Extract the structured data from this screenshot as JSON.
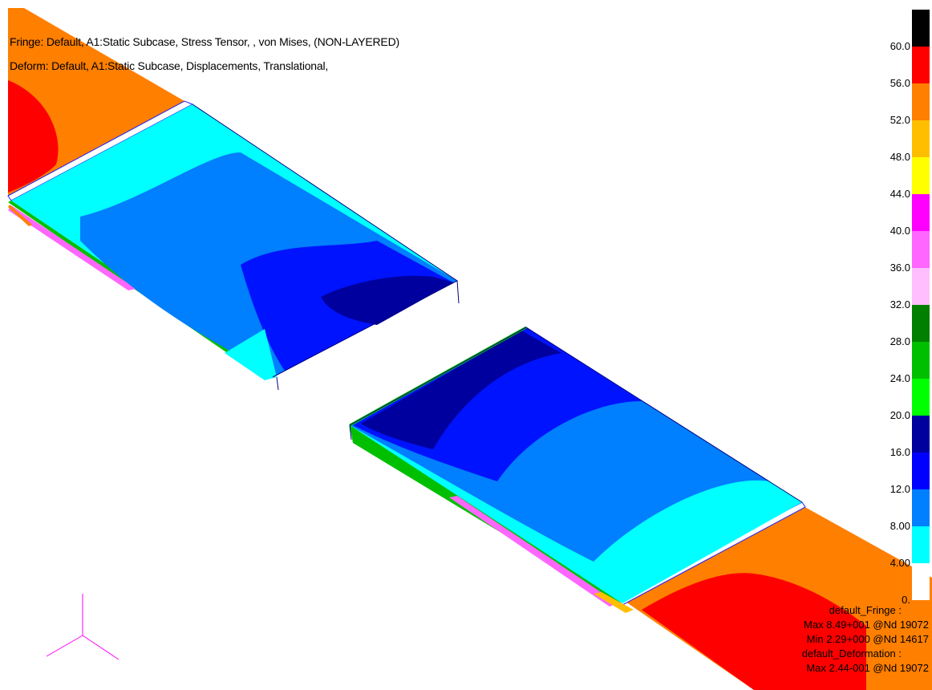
{
  "titles": {
    "fringe": "Fringe: Default, A1:Static Subcase, Stress Tensor, , von Mises, (NON-LAYERED)",
    "deform": "Deform: Default, A1:Static Subcase, Displacements, Translational,"
  },
  "legend": {
    "ticks": [
      "60.0",
      "56.0",
      "52.0",
      "48.0",
      "44.0",
      "40.0",
      "36.0",
      "32.0",
      "28.0",
      "24.0",
      "20.0",
      "16.0",
      "12.0",
      "8.00",
      "4.00",
      "0."
    ],
    "colors": [
      "#000000",
      "#ff0000",
      "#ff7f00",
      "#ffbf00",
      "#ffff00",
      "#ff00ff",
      "#ff66ff",
      "#ffbfff",
      "#007f00",
      "#00bf00",
      "#00ff00",
      "#00009f",
      "#0000ff",
      "#007fff",
      "#00ffff",
      "#ffffff"
    ]
  },
  "stats": {
    "fringe_label": "default_Fringe :",
    "fringe_max": "Max 8.49+001 @Nd 19072",
    "fringe_min": "Min 2.29+000 @Nd 14617",
    "deform_label": "default_Deformation :",
    "deform_max": "Max 2.44-001 @Nd 19072"
  },
  "axis_triad": {
    "x_color": "#ff00ff",
    "y_color": "#ff00ff",
    "z_color": "#ff00ff"
  }
}
